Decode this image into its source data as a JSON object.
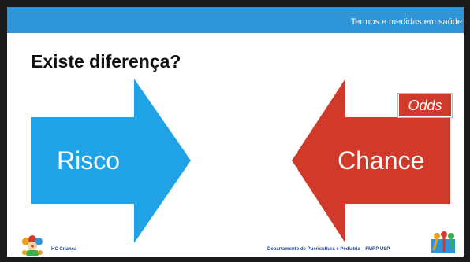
{
  "header": {
    "text": "Termos e medidas em saúde"
  },
  "slide": {
    "title": "Existe diferença?",
    "arrow_left_label": "Risco",
    "arrow_right_label": "Chance",
    "badge_label": "Odds"
  },
  "footer": {
    "left_text": "HC Criança",
    "right_text": "Departamento de Puericultura e Pediatria – FMRP USP"
  },
  "colors": {
    "band": "#2e95d9",
    "arrow_left": "#1fa3e6",
    "arrow_right": "#d13a2a",
    "badge": "#d13a2a"
  },
  "icons": {
    "left_logo": "clown-mascot-icon",
    "right_logo": "child-figures-icon"
  }
}
